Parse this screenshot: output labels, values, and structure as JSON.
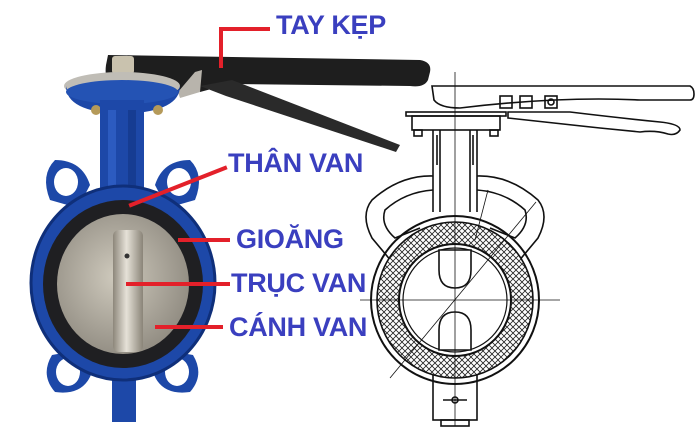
{
  "diagram": {
    "subject": "Butterfly valve (van bướm) — photo with labeled parts and technical line drawing",
    "colors": {
      "label_text": "#3a3fbf",
      "leader_line": "#e3202a",
      "valve_body": "#1d48a8",
      "valve_body_dark": "#0f2f7a",
      "seat_gasket": "#1f1f22",
      "disc": "#b9b4a8",
      "handle": "#1e1e1e",
      "drawing_line": "#111111"
    },
    "labels": [
      {
        "id": "handle",
        "text": "TAY KẸP"
      },
      {
        "id": "body",
        "text": "THÂN VAN"
      },
      {
        "id": "seat",
        "text": "GIOĂNG"
      },
      {
        "id": "stem",
        "text": "TRỤC VAN"
      },
      {
        "id": "disc",
        "text": "CÁNH VAN"
      }
    ]
  }
}
